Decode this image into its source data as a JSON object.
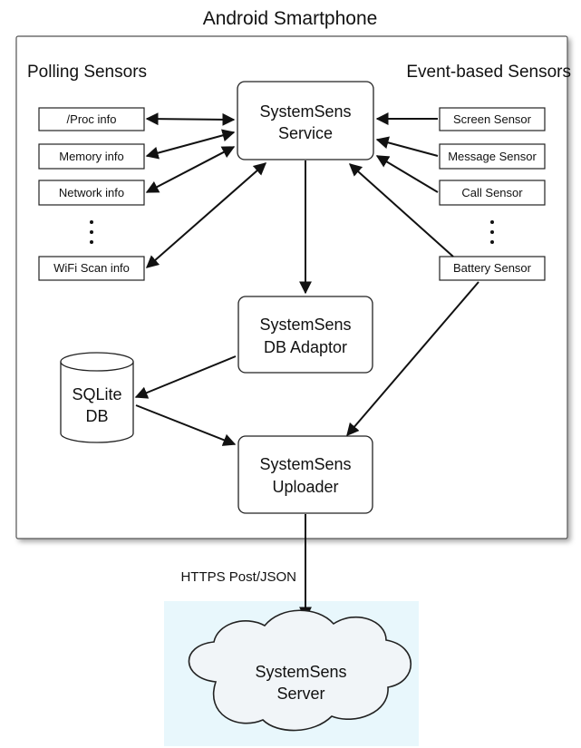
{
  "title": "Android Smartphone",
  "polling": {
    "heading": "Polling Sensors",
    "items": [
      "/Proc info",
      "Memory info",
      "Network info",
      "WiFi Scan info"
    ]
  },
  "event": {
    "heading": "Event-based Sensors",
    "items": [
      "Screen Sensor",
      "Message Sensor",
      "Call Sensor",
      "Battery Sensor"
    ]
  },
  "service": {
    "line1": "SystemSens",
    "line2": "Service"
  },
  "db_adaptor": {
    "line1": "SystemSens",
    "line2": "DB Adaptor"
  },
  "sqlite": {
    "line1": "SQLite",
    "line2": "DB"
  },
  "uploader": {
    "line1": "SystemSens",
    "line2": "Uploader"
  },
  "link_label": "HTTPS Post/JSON",
  "server": {
    "line1": "SystemSens",
    "line2": "Server"
  },
  "colors": {
    "phone_bg": "#ffffff",
    "phone_border": "#555555",
    "cloud_panel": "#e8f7fc",
    "cloud_bg": "#f1f5f8"
  }
}
